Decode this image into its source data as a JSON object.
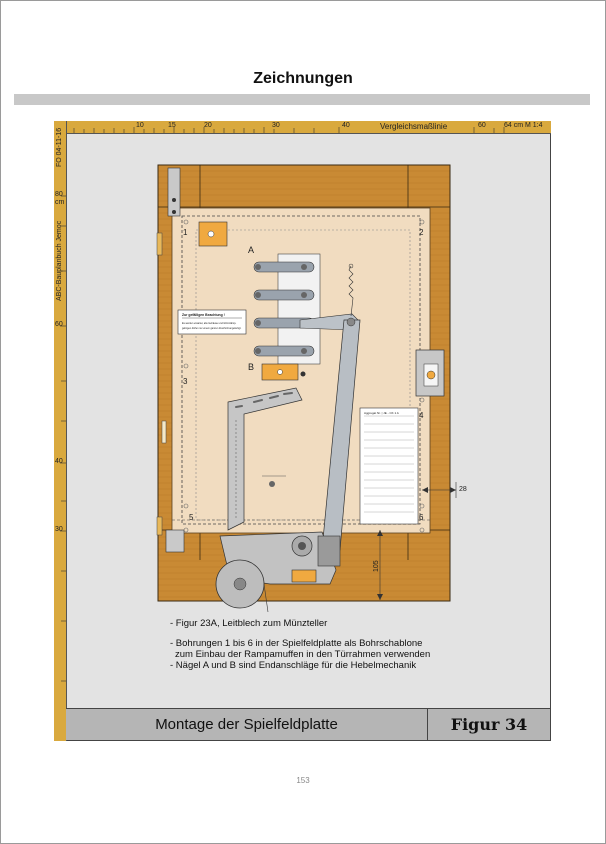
{
  "page": {
    "title": "Zeichnungen",
    "page_number": "153"
  },
  "ruler": {
    "top_numbers": [
      "10",
      "15",
      "20",
      "30",
      "40",
      "60"
    ],
    "top_label": "Vergleichsmaßlinie",
    "top_right": "64 cm  M 1:4",
    "left_code": "FO 04-11-16",
    "left_title": "ABC-Bauplanbuch Jemoc",
    "left_numbers": [
      "80",
      "cm",
      "60",
      "40",
      "30"
    ]
  },
  "drawing": {
    "marks": [
      "1",
      "2",
      "3",
      "4",
      "5",
      "6"
    ],
    "nails": [
      "A",
      "B"
    ],
    "dimension_right": "28",
    "dimension_bottom": "105",
    "slip_left_title": "Zur gefälligen Beachtung !",
    "slip_left_body_1": "Es werden erwartet, alle Gehäuse und Glimmlämp-",
    "slip_left_body_2": "gelingen dürfen nur einem ganzen Zuschnitt angefertigt.",
    "slip_right_title": "Aggregat Nr. | JE - CK 1 A"
  },
  "caption": {
    "line1": "- Figur 23A, Leitblech zum Münzteller",
    "line2": "- Bohrungen 1 bis 6 in der Spielfeldplatte als Bohrschablone",
    "line3": "zum Einbau der Rampamuffen in den Türrahmen verwenden",
    "line4": "- Nägel A und B sind Endanschläge für die Hebelmechanik"
  },
  "title_block": {
    "assembly_title": "Montage der Spielfeldplatte",
    "figure_label": "Figur  34"
  }
}
